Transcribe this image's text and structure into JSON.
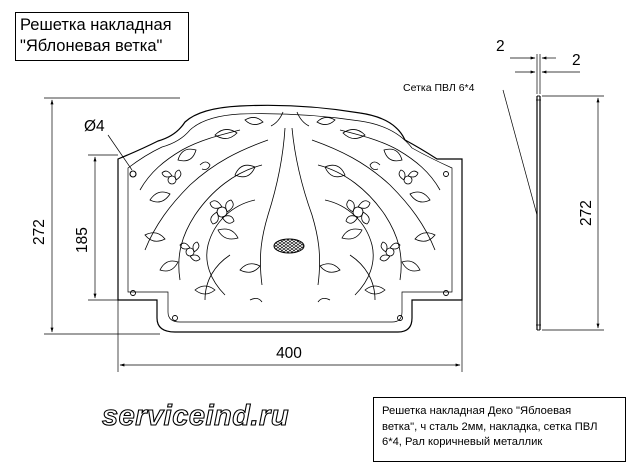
{
  "title": {
    "line1": "Решетка накладная",
    "line2": "\"Яблоневая ветка\""
  },
  "dimensions": {
    "hole_diameter": "Ø4",
    "overall_height": "272",
    "panel_height": "185",
    "width": "400",
    "side_height": "272",
    "thickness_left": "2",
    "thickness_right": "2"
  },
  "callouts": {
    "mesh": "Сетка ПВЛ 6*4"
  },
  "spec": {
    "line1": "Решетка накладная Деко \"Яблоевая",
    "line2": "ветка\", ч сталь 2мм, накладка, сетка ПВЛ",
    "line3": "6*4, Рал коричневый металлик"
  },
  "watermark": "serviceind.ru"
}
